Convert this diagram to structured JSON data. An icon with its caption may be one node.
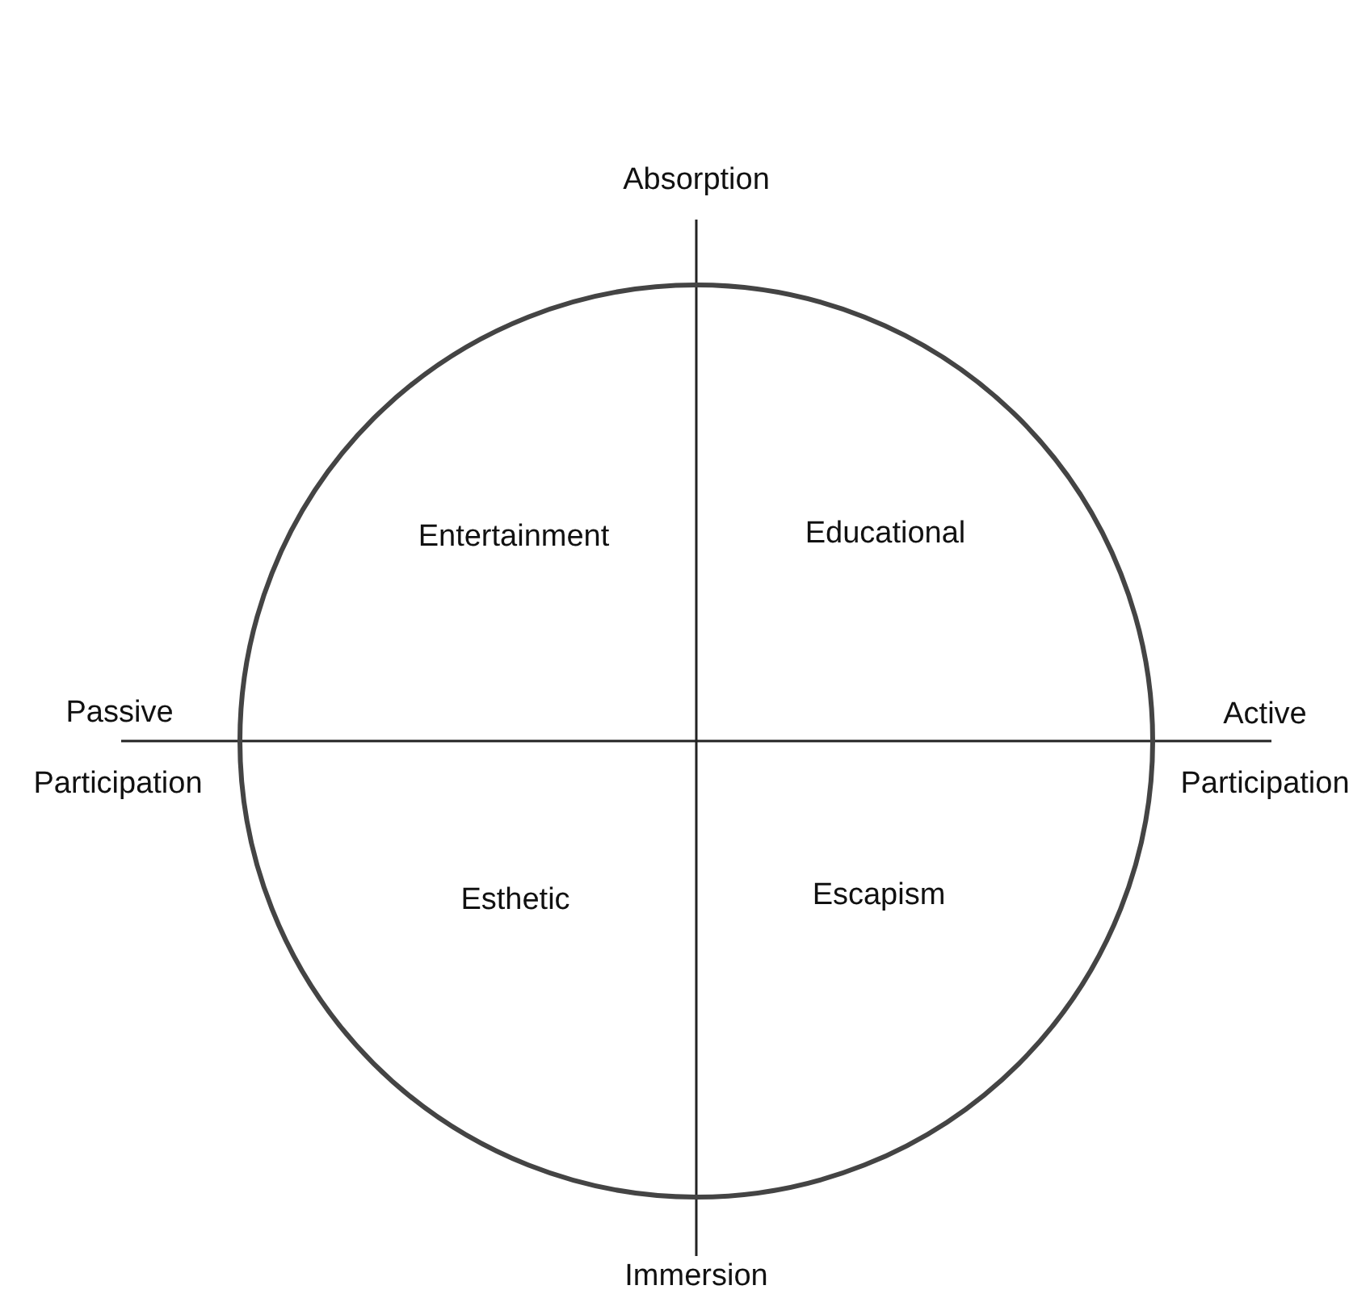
{
  "diagram": {
    "nodes": [
      {
        "text": [
          "Entertainment",
          "Educational",
          "Esthetic",
          "Escapism"
        ]
      }
    ],
    "edges": [],
    "labels": [
      "Absorption",
      "Passive",
      "Active",
      "Participation",
      "Participation",
      "Immersion"
    ]
  }
}
